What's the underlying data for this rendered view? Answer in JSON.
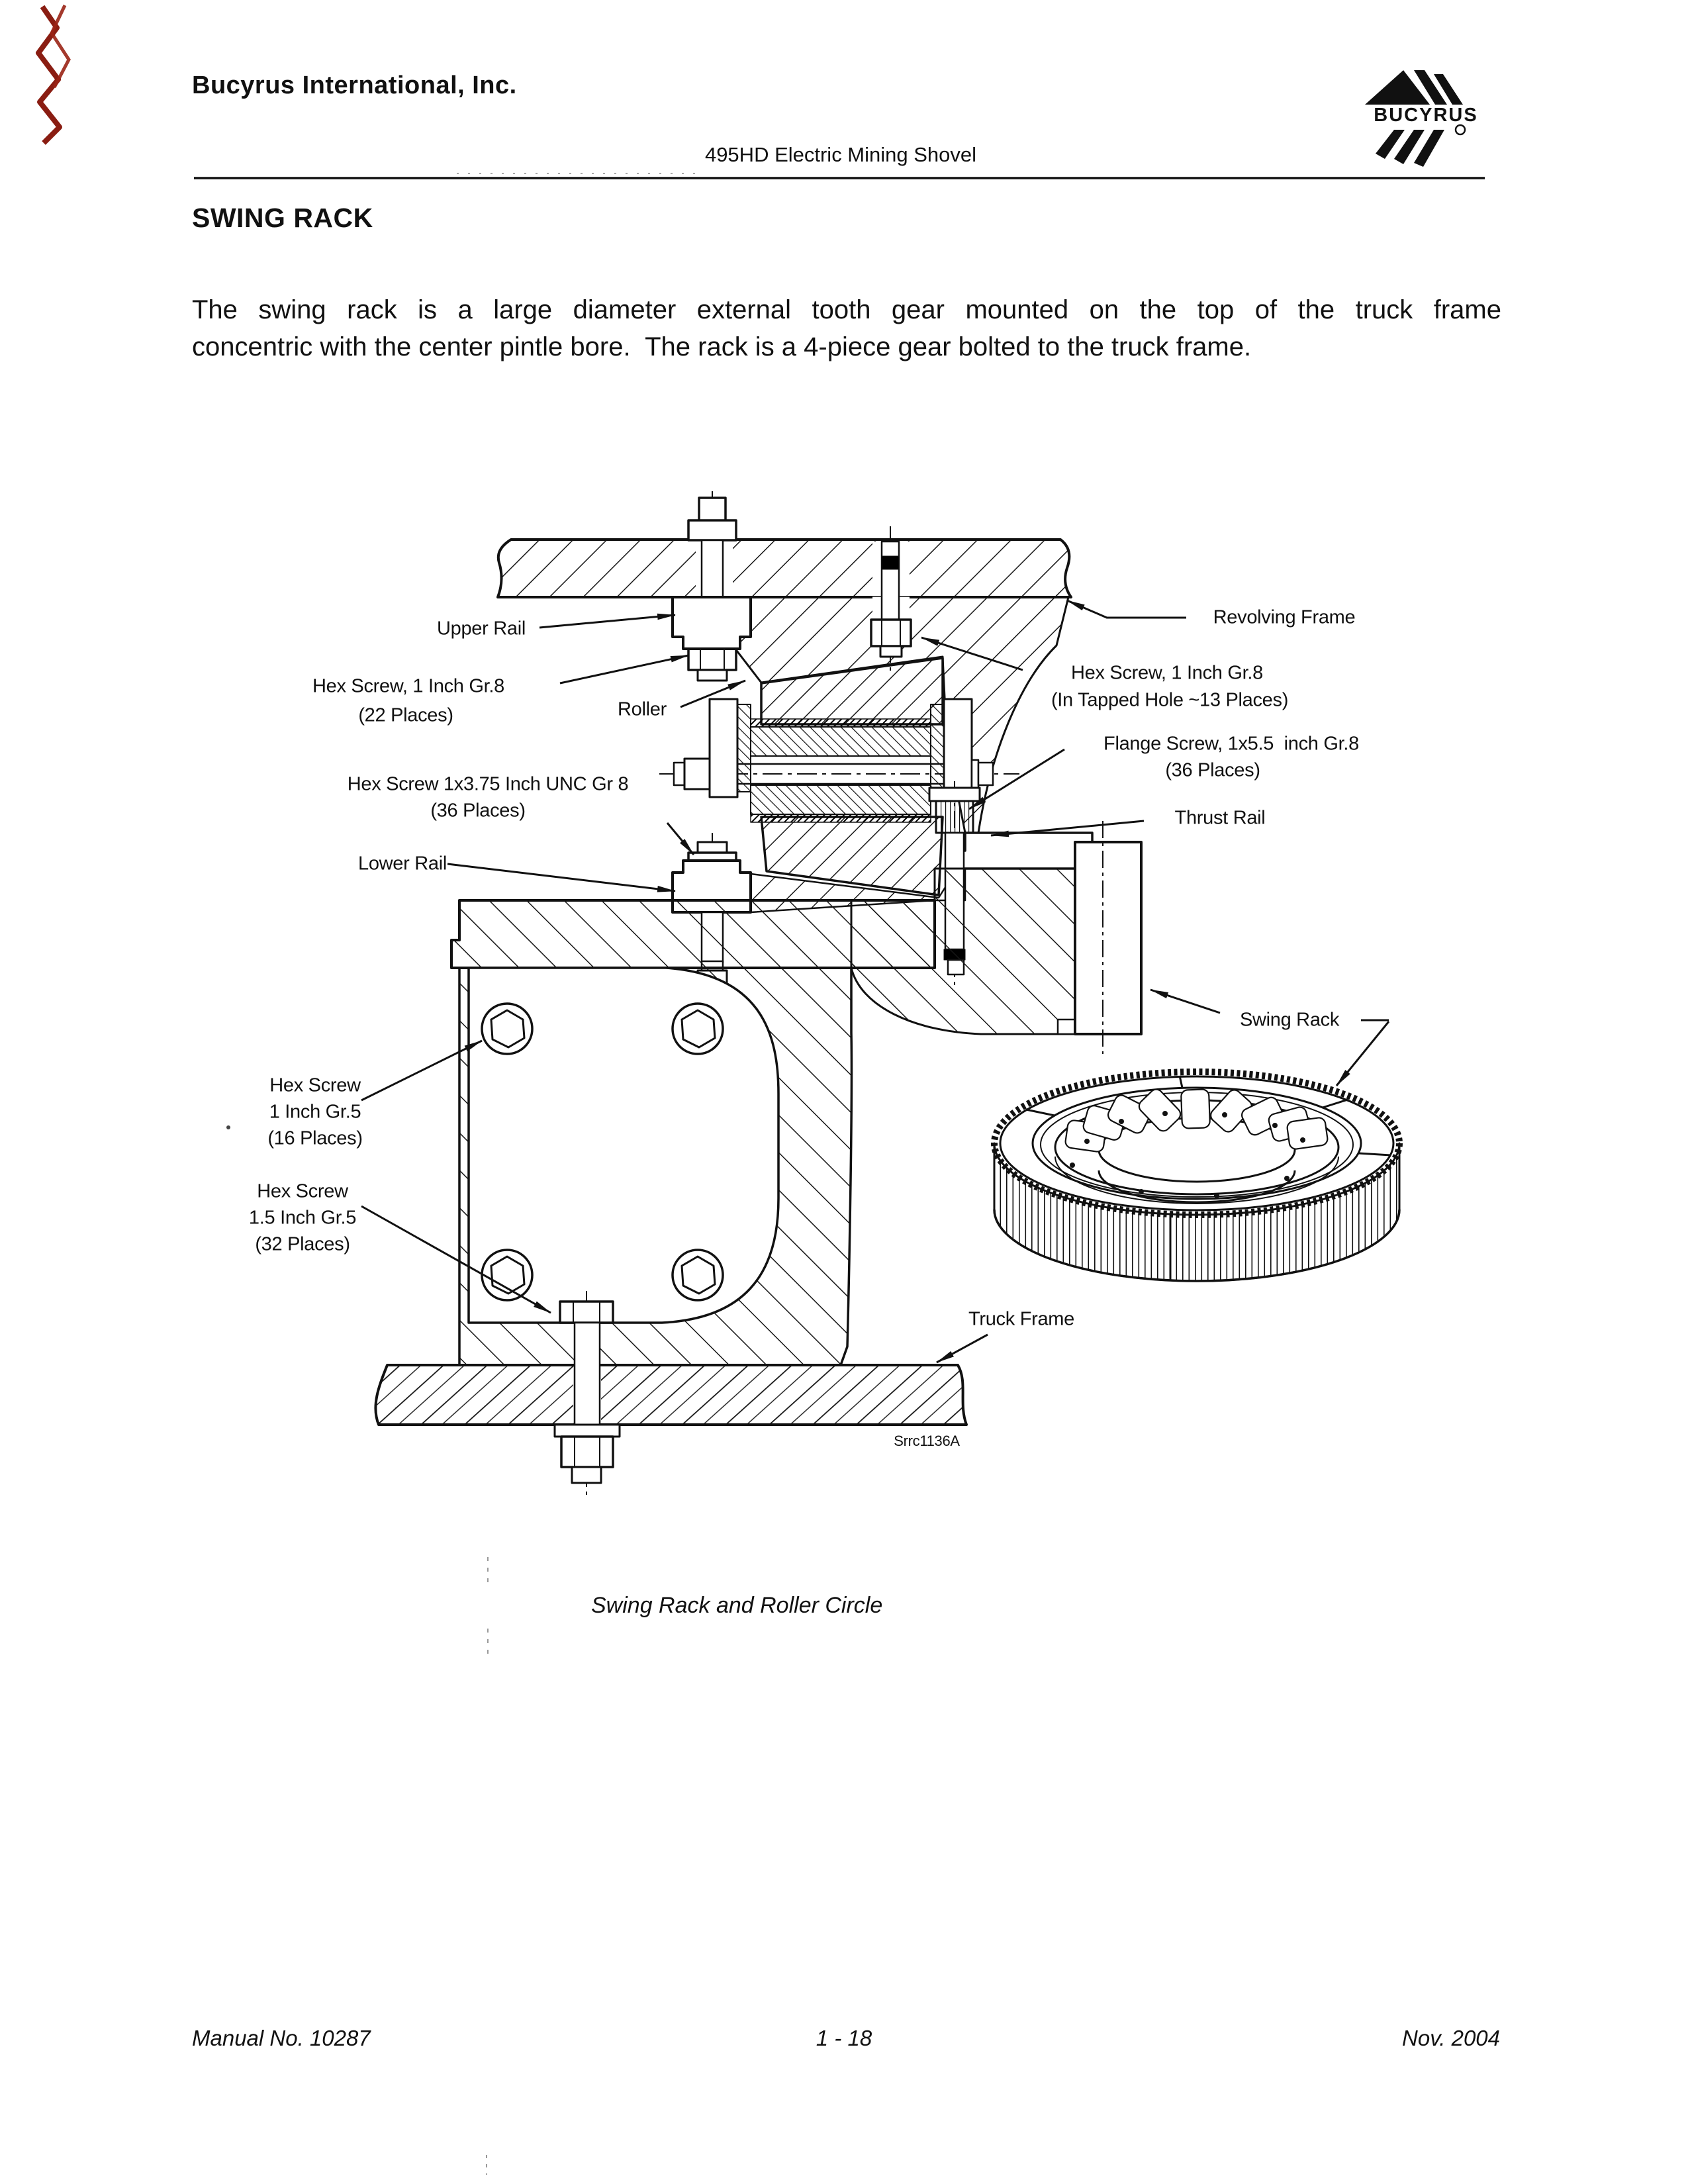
{
  "page": {
    "company": "Bucyrus International, Inc.",
    "product_line": "495HD Electric Mining Shovel",
    "logo_text": "BUCYRUS",
    "section_title": "SWING RACK",
    "body_line1": "The swing rack is a large diameter external tooth gear mounted on the top of the truck frame",
    "body_line2": "concentric with the center pintle bore.  The rack is a 4-piece gear bolted to the truck frame.",
    "caption": "Swing Rack and Roller Circle",
    "footer": {
      "manual_no": "Manual No. 10287",
      "page_no": "1 - 18",
      "date": "Nov. 2004"
    }
  },
  "diagram": {
    "drawing_number": "Srrc1136A",
    "labels": {
      "upper_rail": "Upper Rail",
      "hex_screw_22_l1": "Hex Screw, 1 Inch Gr.8",
      "hex_screw_22_l2": "(22 Places)",
      "roller": "Roller",
      "hex_screw_375_l1": "Hex Screw 1x3.75 Inch UNC Gr 8",
      "hex_screw_375_l2": "(36 Places)",
      "lower_rail": "Lower Rail",
      "revolving_frame": "Revolving Frame",
      "hex_screw_13_l1": "Hex Screw, 1 Inch Gr.8",
      "hex_screw_13_l2": "(In Tapped Hole ~13 Places)",
      "flange_screw_l1": "Flange Screw, 1x5.5  inch Gr.8",
      "flange_screw_l2": "(36 Places)",
      "thrust_rail": "Thrust Rail",
      "swing_rack": "Swing Rack",
      "hex_screw_16_l1": "Hex Screw",
      "hex_screw_16_l2": "1 Inch Gr.5",
      "hex_screw_16_l3": "(16 Places)",
      "hex_screw_32_l1": "Hex Screw",
      "hex_screw_32_l2": "1.5 Inch Gr.5",
      "hex_screw_32_l3": "(32 Places)",
      "truck_frame": "Truck Frame"
    }
  }
}
